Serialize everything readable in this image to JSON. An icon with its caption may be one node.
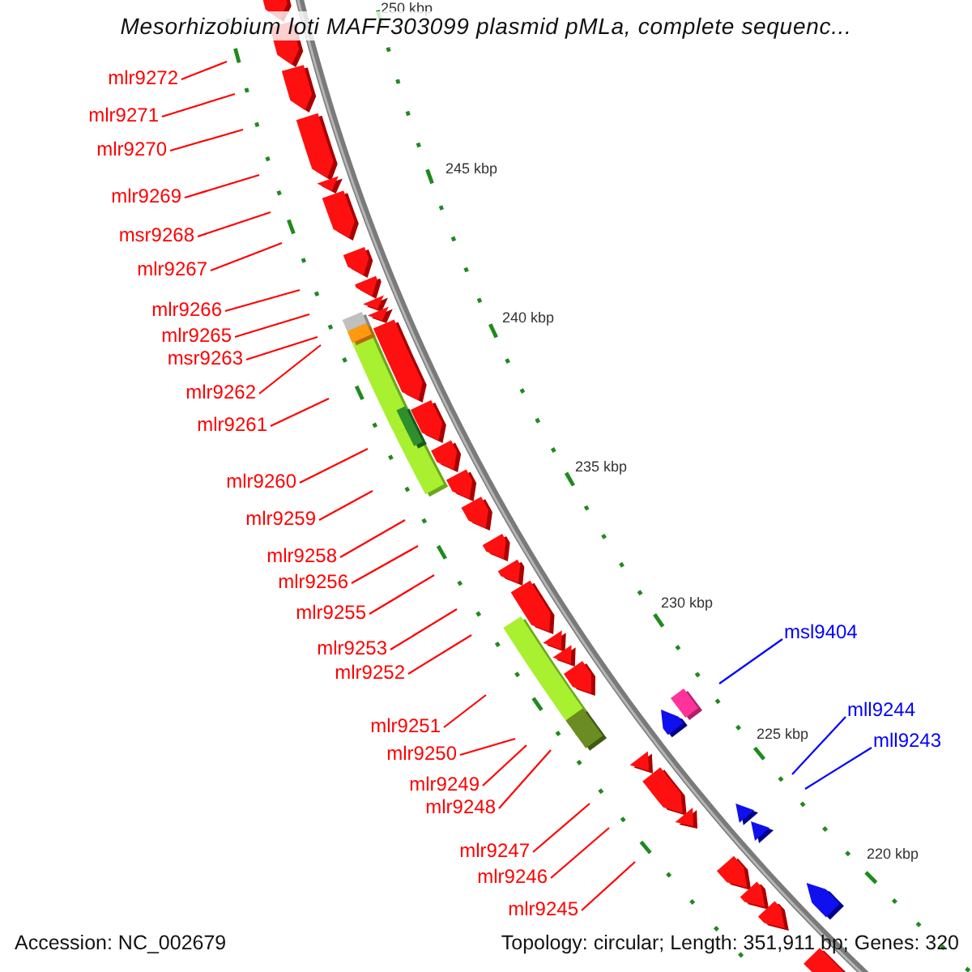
{
  "diagram": {
    "title": "Mesorhizobium loti MAFF303099 plasmid pMLa, complete sequenc...",
    "nodes": [
      {
        "text": [
          "mlr9272"
        ]
      },
      {
        "text": [
          "mlr9271"
        ]
      },
      {
        "text": [
          "mlr9270"
        ]
      },
      {
        "text": [
          "mlr9269"
        ]
      },
      {
        "text": [
          "msr9268"
        ]
      },
      {
        "text": [
          "mlr9267"
        ]
      },
      {
        "text": [
          "mlr9266"
        ]
      },
      {
        "text": [
          "mlr9265"
        ]
      },
      {
        "text": [
          "msr9263"
        ]
      },
      {
        "text": [
          "mlr9262"
        ]
      },
      {
        "text": [
          "mlr9261"
        ]
      },
      {
        "text": [
          "mlr9260"
        ]
      },
      {
        "text": [
          "mlr9259"
        ]
      },
      {
        "text": [
          "mlr9258"
        ]
      },
      {
        "text": [
          "mlr9256"
        ]
      },
      {
        "text": [
          "mlr9255"
        ]
      },
      {
        "text": [
          "mlr9253"
        ]
      },
      {
        "text": [
          "mlr9252"
        ]
      },
      {
        "text": [
          "mlr9251"
        ]
      },
      {
        "text": [
          "mlr9250"
        ]
      },
      {
        "text": [
          "mlr9249"
        ]
      },
      {
        "text": [
          "mlr9248"
        ]
      },
      {
        "text": [
          "mlr9247"
        ]
      },
      {
        "text": [
          "mlr9246"
        ]
      },
      {
        "text": [
          "mlr9245"
        ]
      },
      {
        "text": [
          "msl9404"
        ]
      },
      {
        "text": [
          "mll9244"
        ]
      },
      {
        "text": [
          "mll9243"
        ]
      }
    ],
    "edges": [
      {
        "from": 0,
        "to": null,
        "arrow": "none"
      },
      {
        "from": 1,
        "to": null,
        "arrow": "none"
      },
      {
        "from": 2,
        "to": null,
        "arrow": "none"
      },
      {
        "from": 3,
        "to": null,
        "arrow": "none"
      },
      {
        "from": 4,
        "to": null,
        "arrow": "none"
      },
      {
        "from": 5,
        "to": null,
        "arrow": "none"
      },
      {
        "from": 6,
        "to": null,
        "arrow": "none"
      },
      {
        "from": 7,
        "to": null,
        "arrow": "none"
      },
      {
        "from": 8,
        "to": null,
        "arrow": "none"
      },
      {
        "from": 9,
        "to": null,
        "arrow": "none"
      },
      {
        "from": 10,
        "to": null,
        "arrow": "none"
      },
      {
        "from": 11,
        "to": null,
        "arrow": "none"
      },
      {
        "from": 12,
        "to": null,
        "arrow": "none"
      },
      {
        "from": 13,
        "to": null,
        "arrow": "none"
      },
      {
        "from": 14,
        "to": null,
        "arrow": "none"
      },
      {
        "from": 15,
        "to": null,
        "arrow": "none"
      },
      {
        "from": 16,
        "to": null,
        "arrow": "none"
      },
      {
        "from": 17,
        "to": null,
        "arrow": "none"
      },
      {
        "from": 18,
        "to": null,
        "arrow": "none"
      },
      {
        "from": 19,
        "to": null,
        "arrow": "none"
      },
      {
        "from": 20,
        "to": null,
        "arrow": "none"
      },
      {
        "from": 21,
        "to": null,
        "arrow": "none"
      },
      {
        "from": 22,
        "to": null,
        "arrow": "none"
      },
      {
        "from": 23,
        "to": null,
        "arrow": "none"
      },
      {
        "from": 24,
        "to": null,
        "arrow": "none"
      },
      {
        "from": 25,
        "to": null,
        "arrow": "none",
        "color": "#0000ff"
      },
      {
        "from": 26,
        "to": null,
        "arrow": "none",
        "color": "#0000ff"
      },
      {
        "from": 27,
        "to": null,
        "arrow": "none",
        "color": "#0000ff"
      }
    ],
    "labels": [
      "250 kbp",
      "245 kbp",
      "240 kbp",
      "235 kbp",
      "230 kbp",
      "225 kbp",
      "220 kbp",
      "Accession: NC_002679",
      "Topology: circular; Length: 351,911 bp; Genes: 320"
    ]
  }
}
